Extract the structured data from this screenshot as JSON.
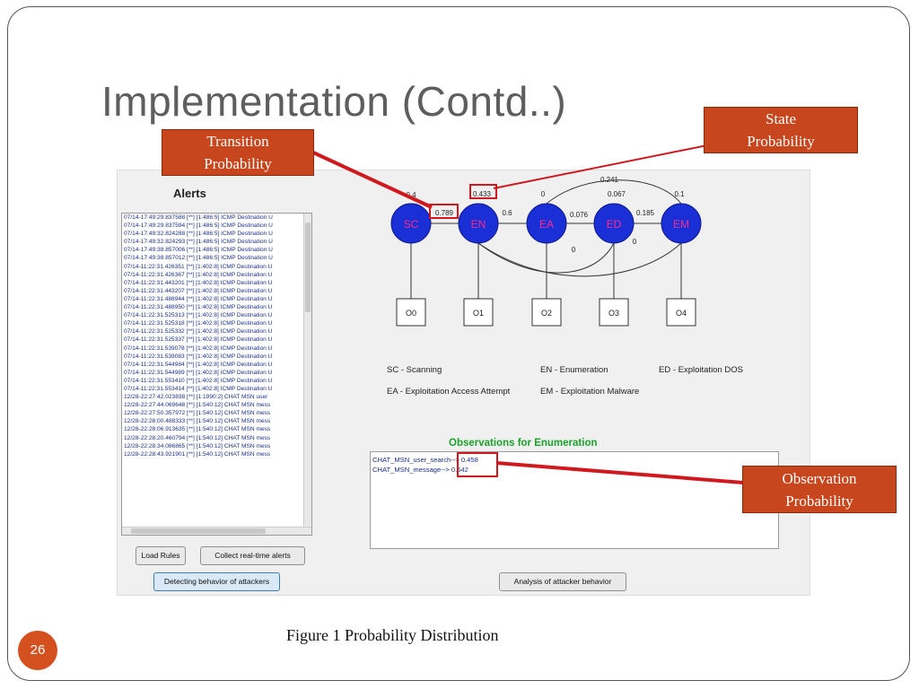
{
  "slide": {
    "title": "Implementation (Contd..)",
    "caption": "Figure 1 Probability Distribution",
    "page_number": "26"
  },
  "callouts": {
    "transition": [
      "Transition",
      "Probability"
    ],
    "state": [
      "State",
      "Probability"
    ],
    "observation": [
      "Observation",
      "Probability"
    ]
  },
  "app": {
    "alerts_title": "Alerts",
    "alerts": [
      "07/14-17:49:29.837588 [**] [1:486:5] ICMP Destination U",
      "07/14-17:49:29.837594 [**] [1:486:5] ICMP Destination U",
      "07/14-17:49:32.824288 [**] [1:486:5] ICMP Destination U",
      "07/14-17:49:32.824293 [**] [1:486:5] ICMP Destination U",
      "07/14-17:49:38.857006 [**] [1:486:5] ICMP Destination U",
      "07/14-17:49:38.857012 [**] [1:486:5] ICMP Destination U",
      "07/14-11:22:31.426351 [**] [1:402:8] ICMP Destination U",
      "07/14-11:22:31.426367 [**] [1:402:8] ICMP Destination U",
      "07/14-11:22:31.443201 [**] [1:402:8] ICMP Destination U",
      "07/14-11:22:31.443207 [**] [1:402:8] ICMP Destination U",
      "07/14-11:22:31.488944 [**] [1:402:8] ICMP Destination U",
      "07/14-11:22:31.488950 [**] [1:402:8] ICMP Destination U",
      "07/14-11:22:31.525313 [**] [1:402:8] ICMP Destination U",
      "07/14-11:22:31.525318 [**] [1:402:8] ICMP Destination U",
      "07/14-11:22:31.525332 [**] [1:402:8] ICMP Destination U",
      "07/14-11:22:31.525337 [**] [1:402:8] ICMP Destination U",
      "07/14-11:22:31.539078 [**] [1:402:8] ICMP Destination U",
      "07/14-11:22:31.539083 [**] [1:402:8] ICMP Destination U",
      "07/14-11:22:31.544984 [**] [1:402:8] ICMP Destination U",
      "07/14-11:22:31.544989 [**] [1:402:8] ICMP Destination U",
      "07/14-11:22:31.553410 [**] [1:402:8] ICMP Destination U",
      "07/14-11:22:31.553414 [**] [1:402:8] ICMP Destination U",
      "12/28-22:27:42.023838 [**] [1:1990:2] CHAT MSN user",
      "12/28-22:27:44.069648 [**] [1:540:12] CHAT MSN mess",
      "12/28-22:27:50.357972 [**] [1:540:12] CHAT MSN mess",
      "12/28-22:28:00.488333 [**] [1:540:12] CHAT MSN mess",
      "12/28-22:28:06.913635 [**] [1:540:12] CHAT MSN mess",
      "12/28-22:28:20.460794 [**] [1:540:12] CHAT MSN mess",
      "12/28-22:28:34.086865 [**] [1:540:12] CHAT MSN mess",
      "12/28-22:28:43.921901 [**] [1:540:12] CHAT MSN mess"
    ],
    "buttons": {
      "load_rules": "Load Rules",
      "collect": "Collect real-time alerts",
      "detect": "Detecting behavior of attackers",
      "analysis": "Analysis of attacker behavior"
    },
    "states": [
      "SC",
      "EN",
      "EA",
      "ED",
      "EM"
    ],
    "observations": [
      "O0",
      "O1",
      "O2",
      "O3",
      "O4"
    ],
    "state_probabilities": [
      "0.4",
      "0.433",
      "0",
      "0.067",
      "0.1"
    ],
    "transition_labels": {
      "sc_en": "0.789",
      "en_ea": "0.6",
      "ea_ed": "0.076",
      "ed_em": "0.185",
      "top_arc": "0.241",
      "arc_ea": "0",
      "arc_ed": "0"
    },
    "legend": {
      "sc": "SC - Scanning",
      "en": "EN - Enumeration",
      "ed": "ED - Exploitation DOS",
      "ea": "EA - Exploitation Access Attempt",
      "em": "EM - Exploitation Malware"
    },
    "obs_title": "Observations for Enumeration",
    "obs_lines": [
      {
        "label": "CHAT_MSN_user_search",
        "arrow": "--> ",
        "value": "0.458"
      },
      {
        "label": "CHAT_MSN_message",
        "arrow": "--> ",
        "value": "0.542"
      }
    ]
  },
  "colors": {
    "callout_bg": "#c8461d",
    "state_node": "#1a2fd6",
    "state_text": "#ff2a8a",
    "highlight": "#d0191f",
    "obs_title": "#1aa32a"
  }
}
